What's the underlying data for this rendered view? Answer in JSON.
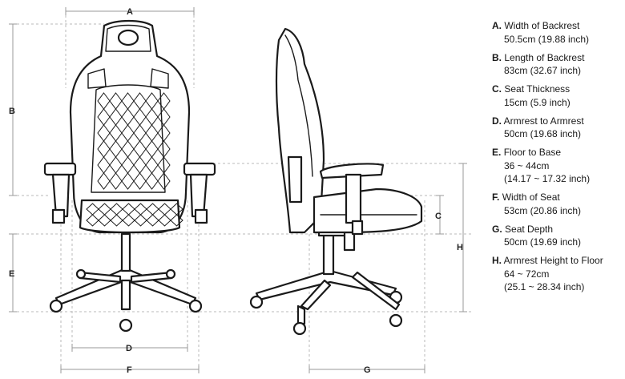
{
  "dimension_letters": {
    "a": "A",
    "b": "B",
    "c": "C",
    "d": "D",
    "e": "E",
    "f": "F",
    "g": "G",
    "h": "H"
  },
  "legend": [
    {
      "letter": "A.",
      "name": "Width of Backrest",
      "lines": [
        "50.5cm (19.88 inch)"
      ]
    },
    {
      "letter": "B.",
      "name": "Length of Backrest",
      "lines": [
        "83cm (32.67 inch)"
      ]
    },
    {
      "letter": "C.",
      "name": "Seat Thickness",
      "lines": [
        "15cm (5.9 inch)"
      ]
    },
    {
      "letter": "D.",
      "name": "Armrest to Armrest",
      "lines": [
        "50cm (19.68 inch)"
      ]
    },
    {
      "letter": "E.",
      "name": "Floor to Base",
      "lines": [
        "36 ~ 44cm",
        "(14.17 ~ 17.32 inch)"
      ]
    },
    {
      "letter": "F.",
      "name": "Width of Seat",
      "lines": [
        "53cm (20.86 inch)"
      ]
    },
    {
      "letter": "G.",
      "name": "Seat Depth",
      "lines": [
        "50cm (19.69 inch)"
      ]
    },
    {
      "letter": "H.",
      "name": "Armrest Height to Floor",
      "lines": [
        "64 ~ 72cm",
        "(25.1 ~ 28.34 inch)"
      ]
    }
  ]
}
